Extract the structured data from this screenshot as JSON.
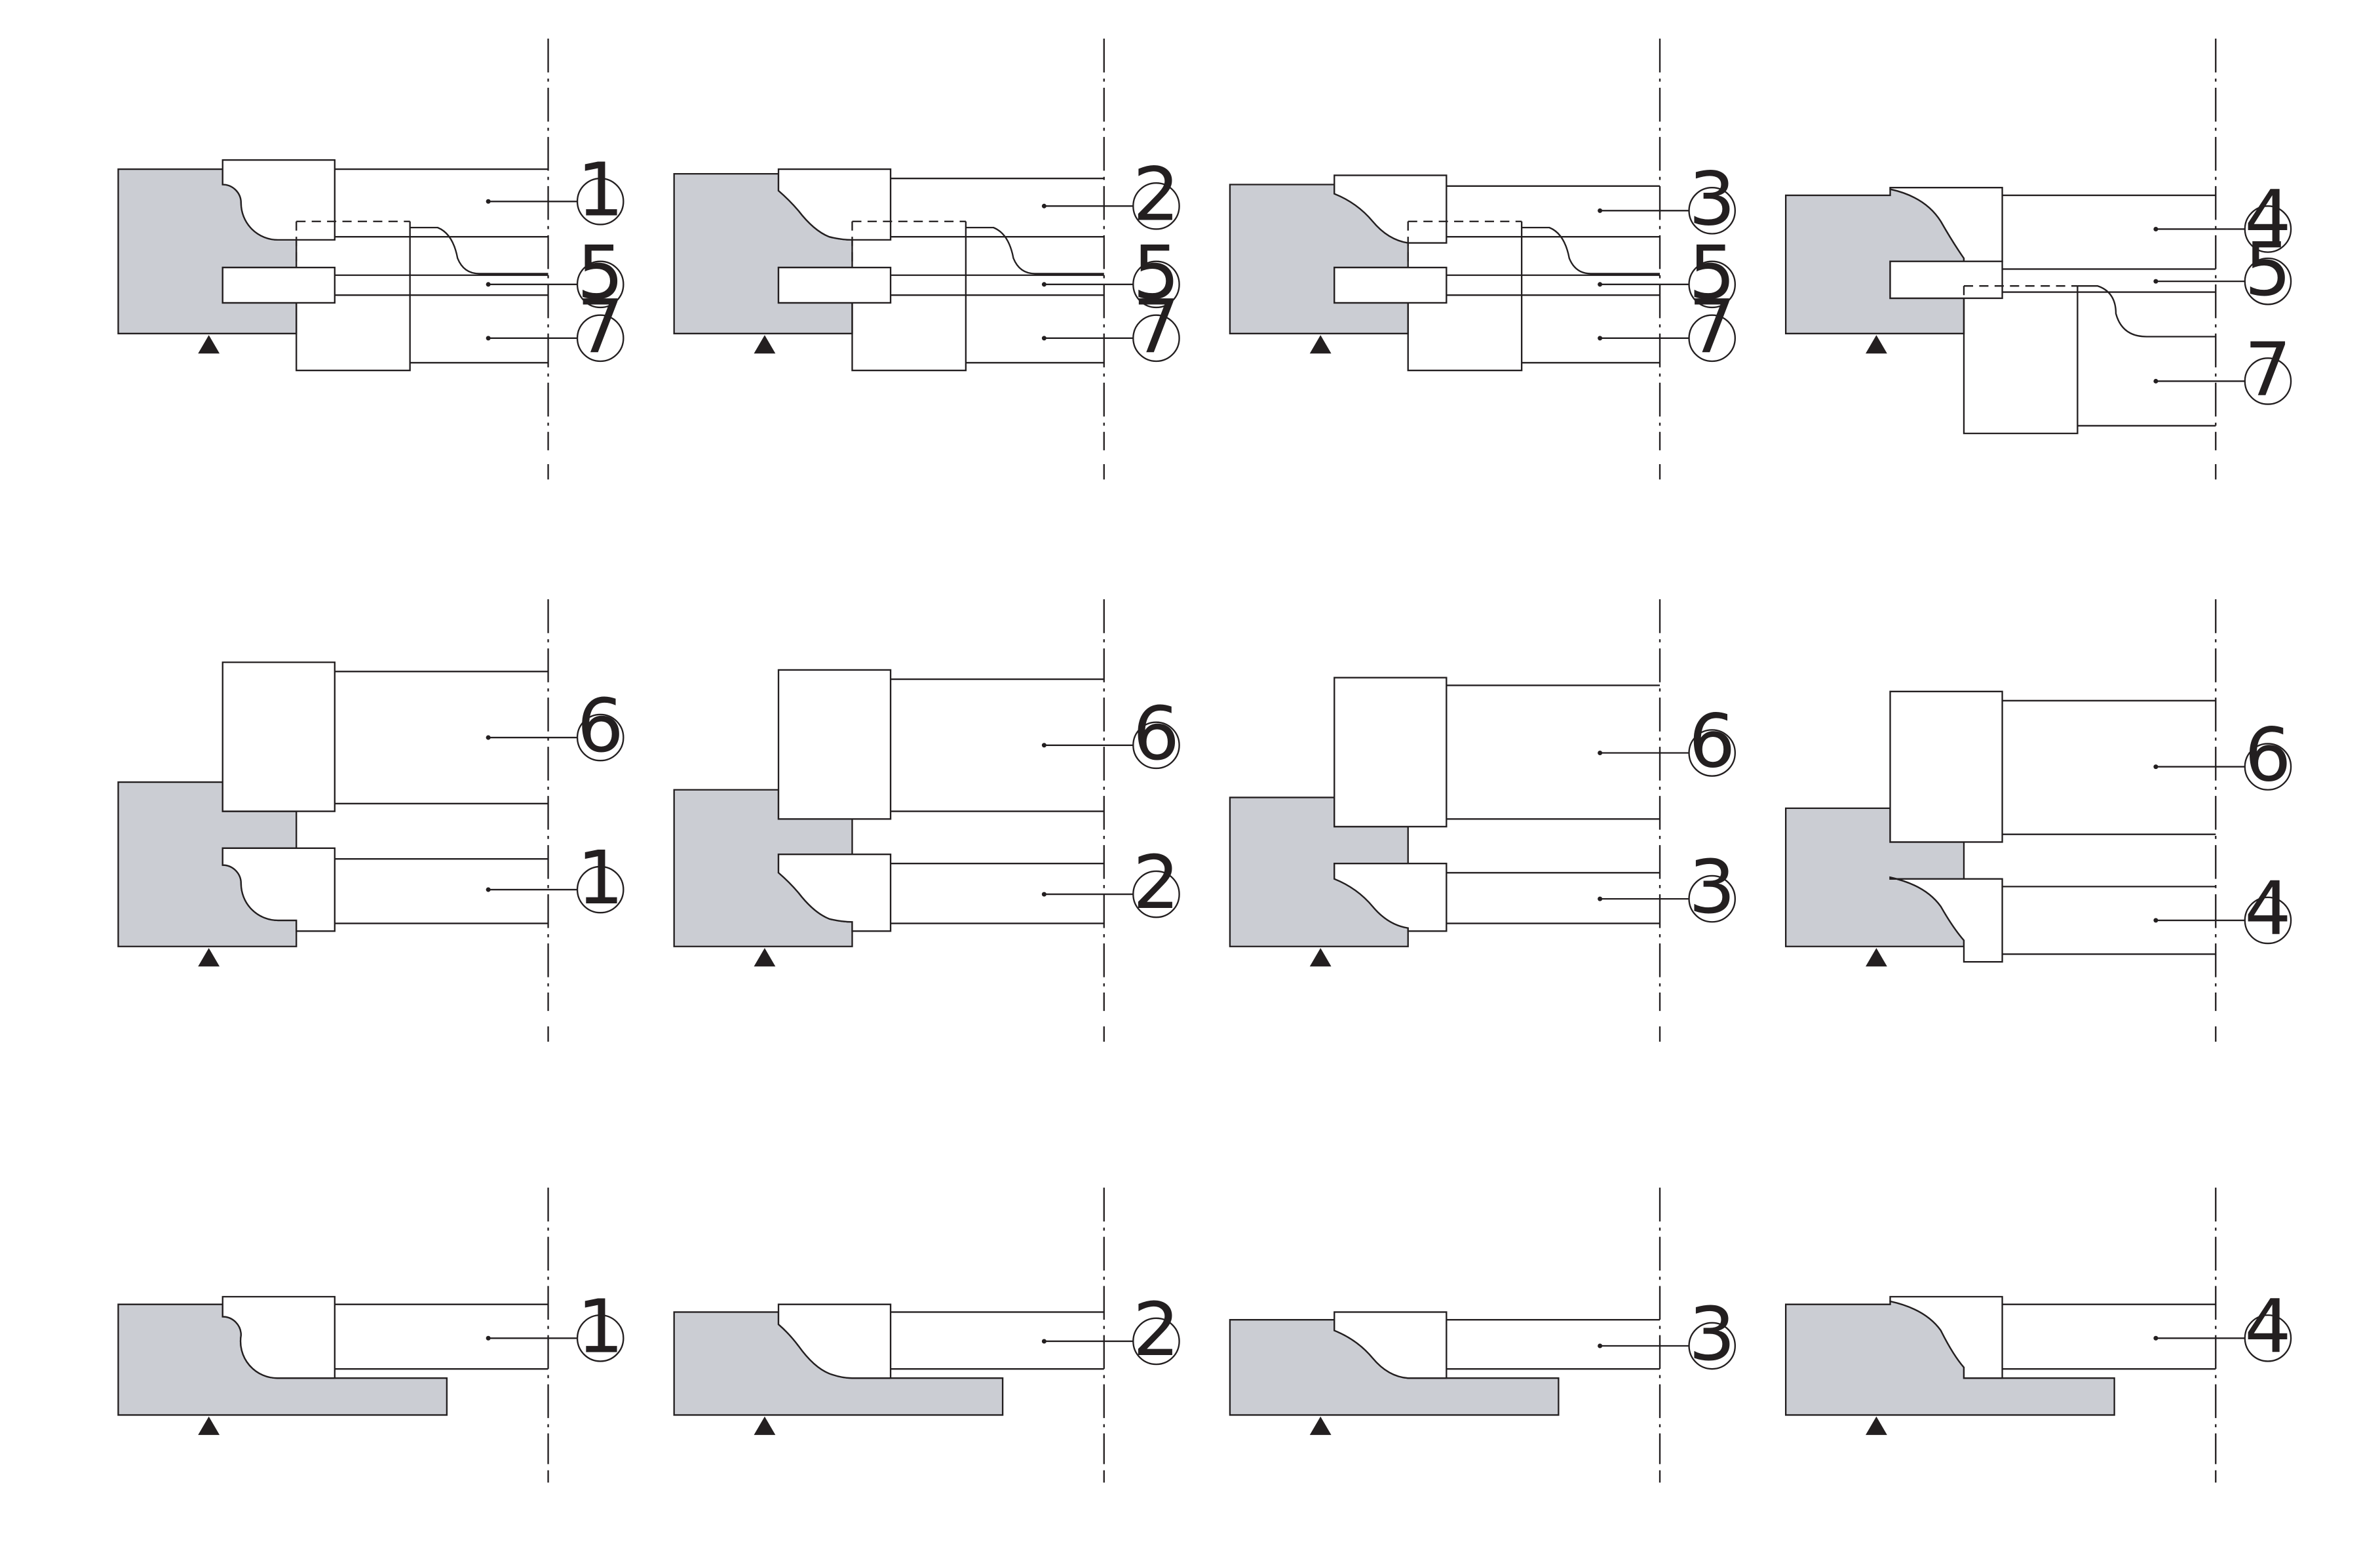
{
  "colors": {
    "workpiece_fill": "#cbcdd3",
    "stroke": "#231f20",
    "background": "#ffffff"
  },
  "callout_numbers": [
    "1",
    "2",
    "3",
    "4",
    "5",
    "6",
    "7"
  ],
  "rows": [
    {
      "id": "row-1",
      "panels": [
        {
          "profile": 1,
          "labels": [
            "1",
            "5",
            "7"
          ]
        },
        {
          "profile": 2,
          "labels": [
            "2",
            "5",
            "7"
          ]
        },
        {
          "profile": 3,
          "labels": [
            "3",
            "5",
            "7"
          ]
        },
        {
          "profile": 4,
          "labels": [
            "4",
            "5",
            "7"
          ]
        }
      ]
    },
    {
      "id": "row-2",
      "panels": [
        {
          "profile": 1,
          "labels": [
            "6",
            "1"
          ]
        },
        {
          "profile": 2,
          "labels": [
            "6",
            "2"
          ]
        },
        {
          "profile": 3,
          "labels": [
            "6",
            "3"
          ]
        },
        {
          "profile": 4,
          "labels": [
            "6",
            "4"
          ]
        }
      ]
    },
    {
      "id": "row-3",
      "panels": [
        {
          "profile": 1,
          "labels": [
            "1"
          ]
        },
        {
          "profile": 2,
          "labels": [
            "2"
          ]
        },
        {
          "profile": 3,
          "labels": [
            "3"
          ]
        },
        {
          "profile": 4,
          "labels": [
            "4"
          ]
        }
      ]
    }
  ],
  "icons": {
    "support_marker": "triangle-up-icon",
    "callout": "circled-number-icon"
  }
}
